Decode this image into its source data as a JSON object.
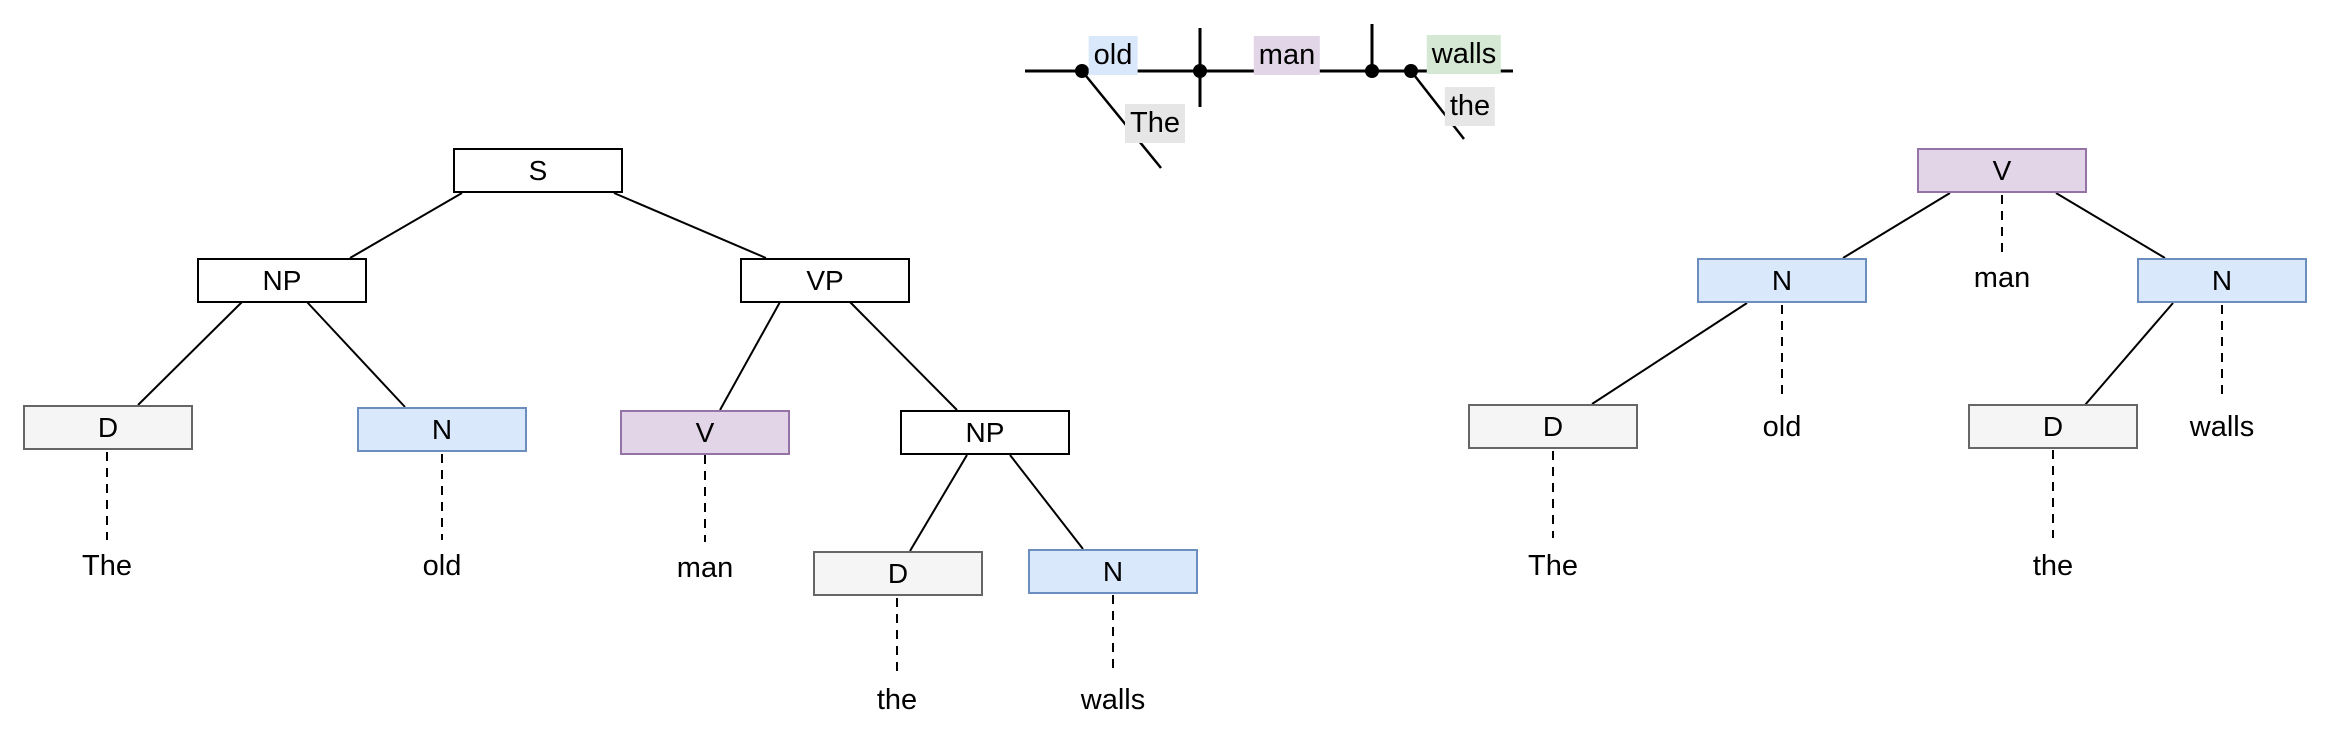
{
  "colors": {
    "noun_fill": "#dae8fc",
    "noun_stroke": "#6c8ebf",
    "verb_fill": "#e1d5e7",
    "verb_stroke": "#9673a6",
    "determiner_fill": "#f5f5f5",
    "determiner_stroke": "#666666",
    "phrase_fill": "#ffffff",
    "phrase_stroke": "#000000",
    "object_highlight": "#d5e8d4",
    "modifier_highlight": "#e6e6e6",
    "line_color": "#000000"
  },
  "sentence_diagram": {
    "baseline_words": [
      {
        "text": "old",
        "role": "subject",
        "highlight": "blue"
      },
      {
        "text": "man",
        "role": "verb",
        "highlight": "purple"
      },
      {
        "text": "walls",
        "role": "object",
        "highlight": "green"
      }
    ],
    "modifier_words": [
      {
        "text": "The",
        "attaches_to": "old",
        "highlight": "gray"
      },
      {
        "text": "the",
        "attaches_to": "walls",
        "highlight": "gray"
      }
    ]
  },
  "constituency_tree": {
    "nodes": [
      {
        "id": "s",
        "label": "S",
        "category": "phrase"
      },
      {
        "id": "np1",
        "label": "NP",
        "category": "phrase"
      },
      {
        "id": "vp",
        "label": "VP",
        "category": "phrase"
      },
      {
        "id": "d1",
        "label": "D",
        "category": "determiner"
      },
      {
        "id": "n1",
        "label": "N",
        "category": "noun"
      },
      {
        "id": "v",
        "label": "V",
        "category": "verb"
      },
      {
        "id": "np2",
        "label": "NP",
        "category": "phrase"
      },
      {
        "id": "d2",
        "label": "D",
        "category": "determiner"
      },
      {
        "id": "n2",
        "label": "N",
        "category": "noun"
      }
    ],
    "words": [
      {
        "text": "The"
      },
      {
        "text": "old"
      },
      {
        "text": "man"
      },
      {
        "text": "the"
      },
      {
        "text": "walls"
      }
    ]
  },
  "dependency_tree": {
    "nodes": [
      {
        "id": "v",
        "label": "V",
        "category": "verb"
      },
      {
        "id": "n1",
        "label": "N",
        "category": "noun"
      },
      {
        "id": "n2",
        "label": "N",
        "category": "noun"
      },
      {
        "id": "d1",
        "label": "D",
        "category": "determiner"
      },
      {
        "id": "d2",
        "label": "D",
        "category": "determiner"
      }
    ],
    "words": [
      {
        "text": "man"
      },
      {
        "text": "old"
      },
      {
        "text": "walls"
      },
      {
        "text": "The"
      },
      {
        "text": "the"
      }
    ]
  }
}
